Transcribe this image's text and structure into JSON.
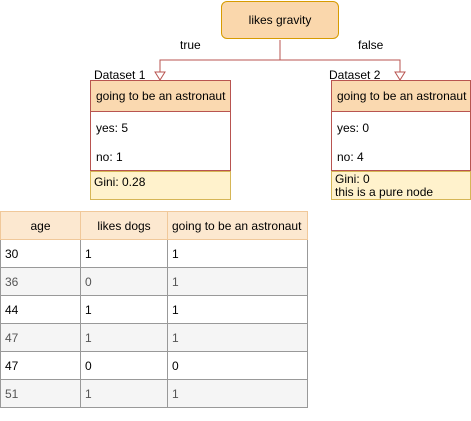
{
  "root": {
    "label": "likes gravity"
  },
  "edges": {
    "left_label": "true",
    "right_label": "false"
  },
  "left_node": {
    "dataset": "Dataset 1",
    "title": "going to be an astronaut",
    "yes": "yes: 5",
    "no": "no: 1",
    "gini": "Gini: 0.28"
  },
  "right_node": {
    "dataset": "Dataset 2",
    "title": "going to be an astronaut",
    "yes": "yes: 0",
    "no": "no: 4",
    "gini": "Gini: 0",
    "note": "this is a pure node"
  },
  "table": {
    "headers": [
      "age",
      "likes dogs",
      "going to be an astronaut"
    ],
    "rows": [
      [
        "30",
        "1",
        "1"
      ],
      [
        "36",
        "0",
        "1"
      ],
      [
        "44",
        "1",
        "1"
      ],
      [
        "47",
        "1",
        "1"
      ],
      [
        "47",
        "0",
        "0"
      ],
      [
        "51",
        "1",
        "1"
      ]
    ]
  },
  "colors": {
    "root_fill": "#fad7ac",
    "root_border": "#d79b00",
    "edge": "#b85450",
    "card_header": "#fad9b0",
    "gini_fill": "#fff2cc"
  }
}
